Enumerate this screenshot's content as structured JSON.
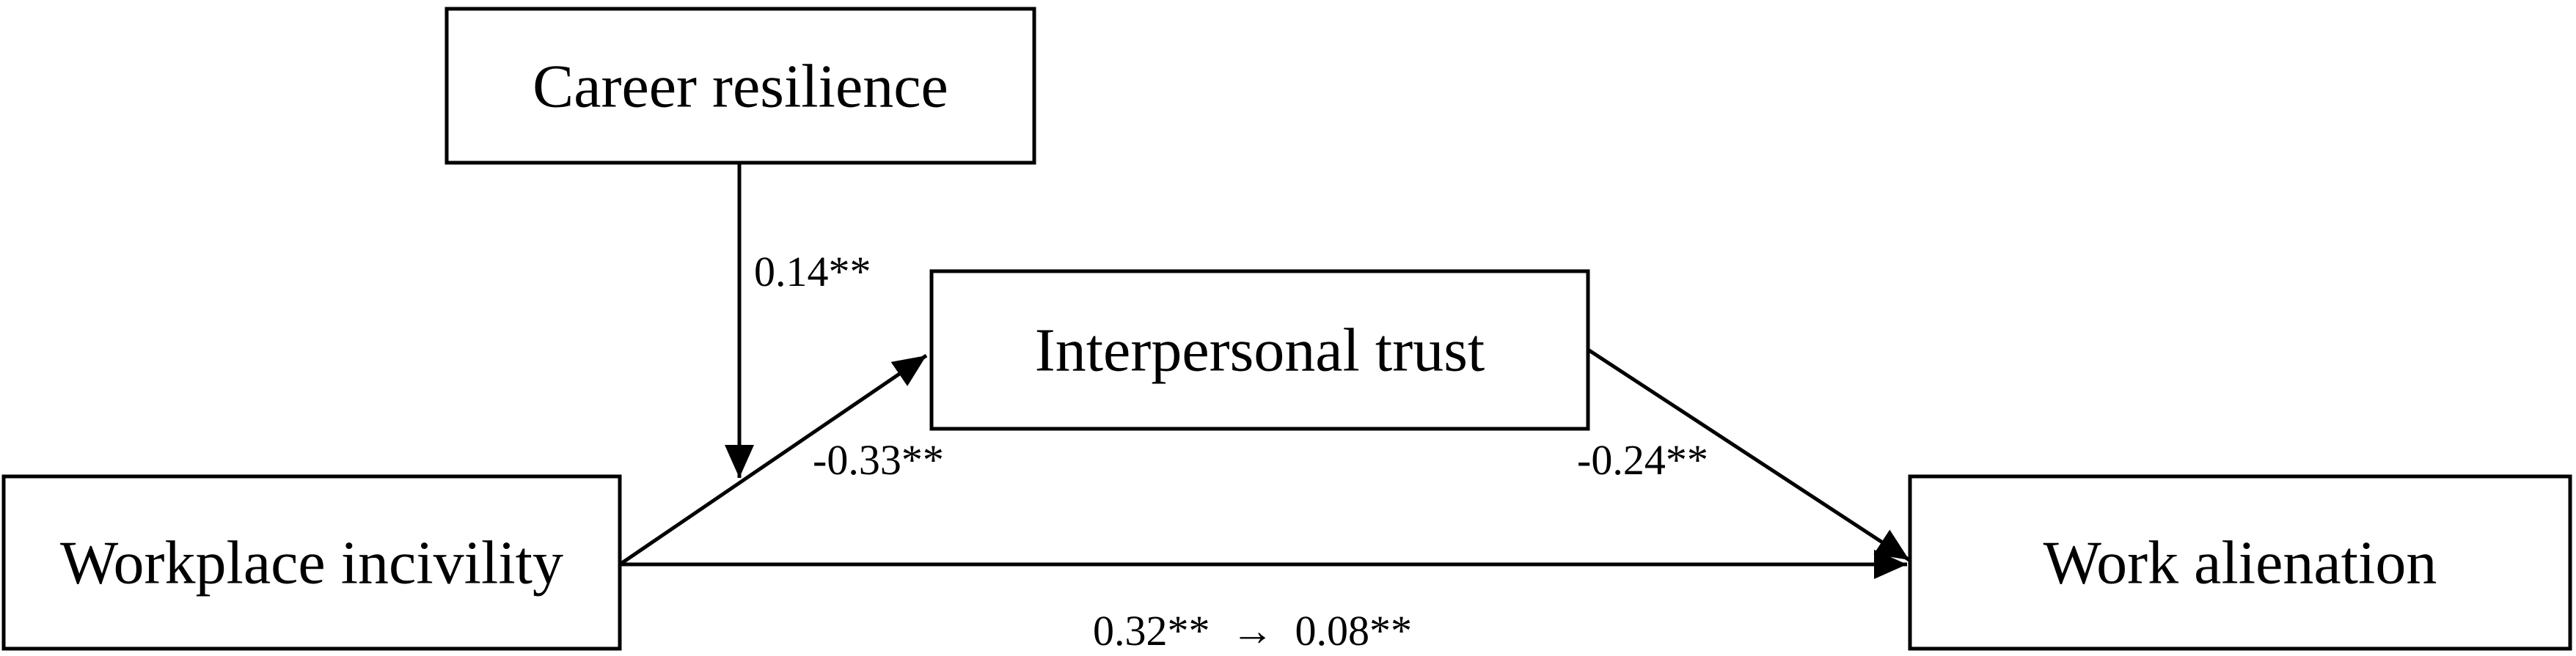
{
  "nodes": {
    "career_resilience": "Career resilience",
    "interpersonal_trust": "Interpersonal trust",
    "workplace_incivility": "Workplace incivility",
    "work_alienation": "Work alienation"
  },
  "coefficients": {
    "moderation": "0.14**",
    "path_a": "-0.33**",
    "path_b": "-0.24**",
    "direct_effect": "0.32**  →  0.08**"
  }
}
